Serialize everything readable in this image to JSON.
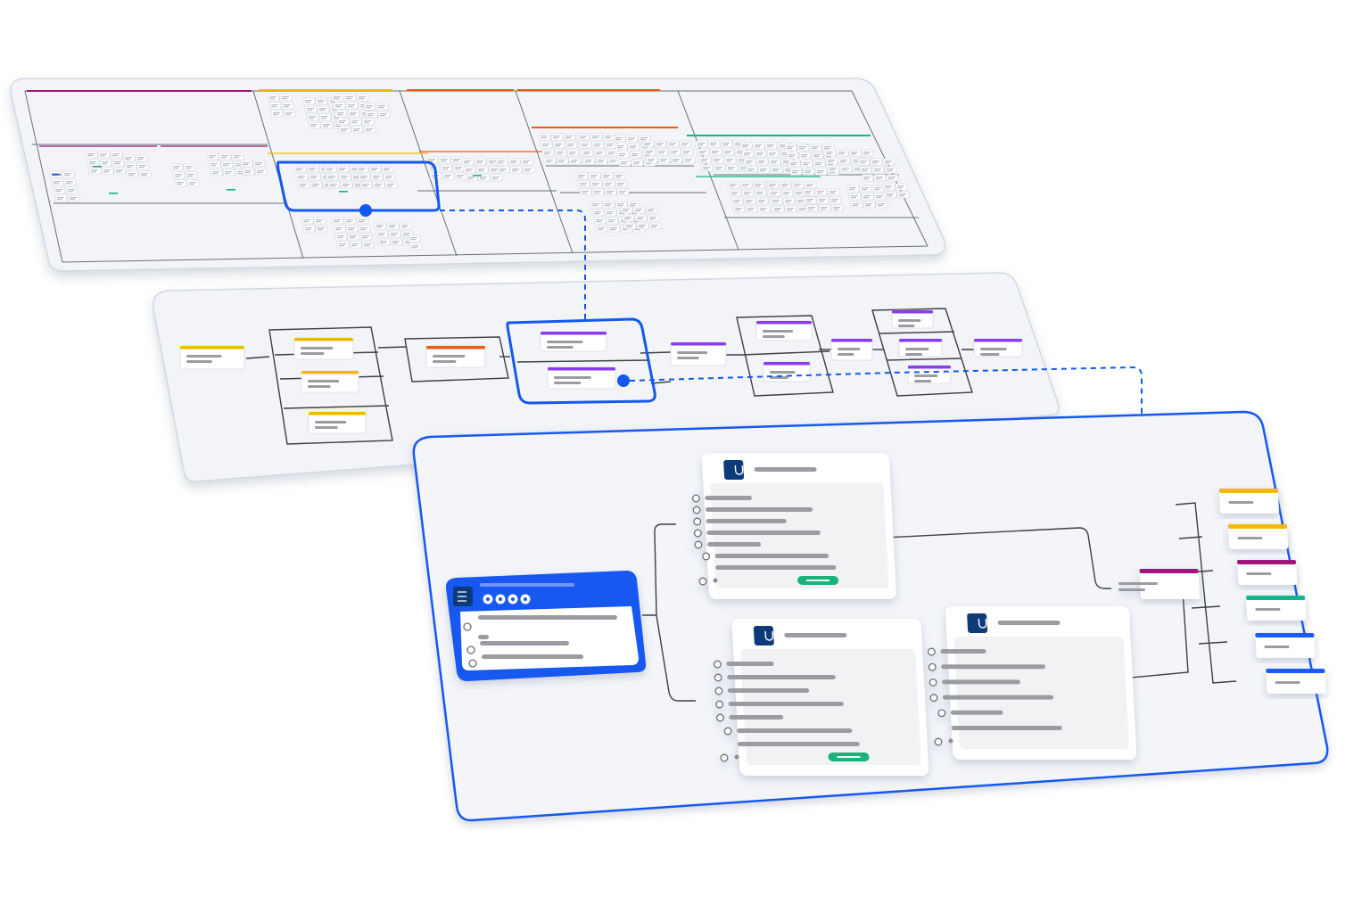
{
  "colors": {
    "accent": "#1358f0",
    "yellow": "#f5b800",
    "orange": "#f05a14",
    "purple": "#8a3cf0",
    "magenta": "#a0147a",
    "teal": "#14b48c",
    "blue": "#1a5cf5",
    "green": "#18b47a",
    "icon_navy": "#0b3a7a"
  },
  "overview_panel": {
    "lane_colors": [
      "magenta",
      "yellow",
      "orange",
      "orange",
      "orange",
      "teal"
    ]
  },
  "middle_panel": {
    "step_colors": [
      "yellow",
      "yellow",
      "yellow",
      "yellow",
      "orange",
      "purple",
      "purple",
      "purple",
      "purple",
      "purple",
      "purple",
      "purple",
      "purple",
      "purple",
      "purple"
    ]
  },
  "detail_panel": {
    "trigger_card": {
      "icon": "form-icon",
      "control_count": 4
    },
    "approval_cards": [
      {
        "icon": "approval-icon",
        "option_count": 6,
        "status_color": "green"
      },
      {
        "icon": "approval-icon",
        "option_count": 6,
        "status_color": "green"
      },
      {
        "icon": "approval-icon",
        "option_count": 5,
        "status_color": ""
      }
    ],
    "outcome_colors": [
      "yellow",
      "yellow",
      "magenta",
      "teal",
      "blue",
      "blue"
    ],
    "merge_color": "magenta"
  }
}
